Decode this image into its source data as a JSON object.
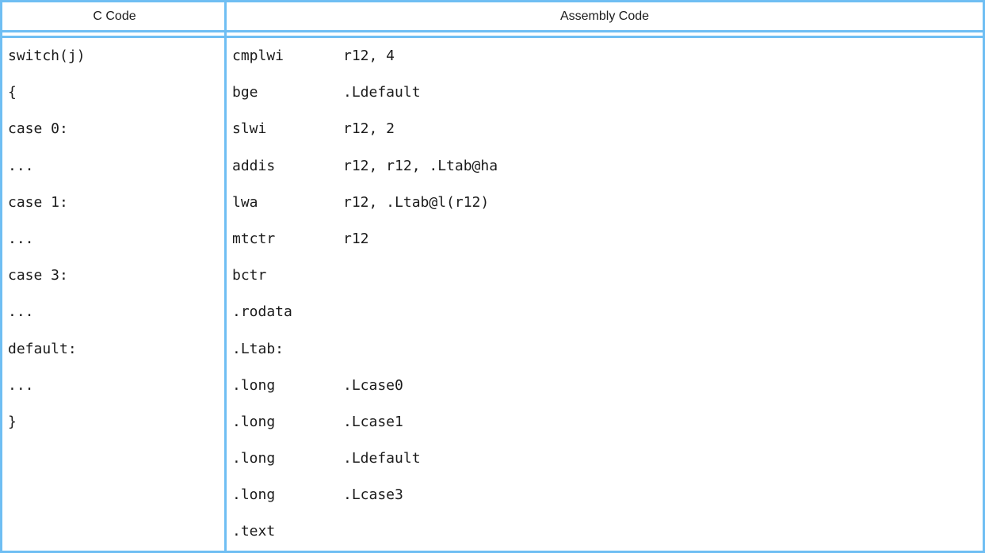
{
  "colors": {
    "border_blue": "#6fbef3",
    "text": "#1b1b1b",
    "background": "#ffffff"
  },
  "table": {
    "headers": {
      "c_code": "C Code",
      "assembly": "Assembly Code"
    },
    "c_code_lines": [
      "switch(j)",
      "{",
      "case 0:",
      "...",
      "case 1:",
      "...",
      "case 3:",
      "...",
      "default:",
      "...",
      "}"
    ],
    "assembly_lines": [
      {
        "mnemonic": "cmplwi",
        "operands": "r12, 4"
      },
      {
        "mnemonic": "bge",
        "operands": ".Ldefault"
      },
      {
        "mnemonic": "slwi",
        "operands": "r12, 2"
      },
      {
        "mnemonic": "addis",
        "operands": "r12, r12, .Ltab@ha"
      },
      {
        "mnemonic": "lwa",
        "operands": "r12, .Ltab@l(r12)"
      },
      {
        "mnemonic": "mtctr",
        "operands": "r12"
      },
      {
        "mnemonic": "bctr",
        "operands": ""
      },
      {
        "mnemonic": ".rodata",
        "operands": ""
      },
      {
        "mnemonic": ".Ltab:",
        "operands": ""
      },
      {
        "mnemonic": ".long",
        "operands": ".Lcase0"
      },
      {
        "mnemonic": ".long",
        "operands": ".Lcase1"
      },
      {
        "mnemonic": ".long",
        "operands": ".Ldefault"
      },
      {
        "mnemonic": ".long",
        "operands": ".Lcase3"
      },
      {
        "mnemonic": ".text",
        "operands": ""
      }
    ]
  }
}
